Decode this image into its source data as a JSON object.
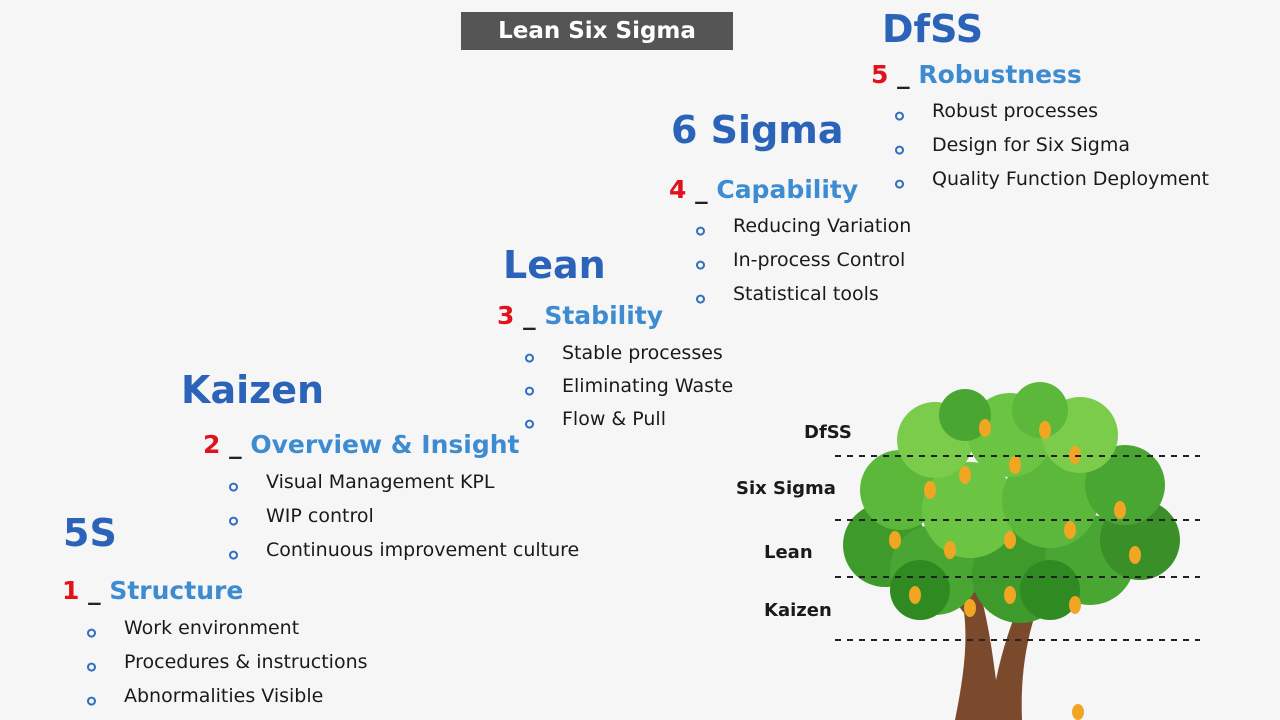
{
  "title": "Lean Six Sigma",
  "levels": [
    {
      "heading": "5S",
      "number": "1",
      "separator": "_",
      "label": "Structure",
      "items": [
        "Work environment",
        "Procedures & instructions",
        "Abnormalities Visible"
      ]
    },
    {
      "heading": "Kaizen",
      "number": "2",
      "separator": "_",
      "label": "Overview & Insight",
      "items": [
        "Visual Management KPL",
        "WIP control",
        "Continuous improvement culture"
      ]
    },
    {
      "heading": "Lean",
      "number": "3",
      "separator": "_",
      "label": "Stability",
      "items": [
        "Stable processes",
        "Eliminating Waste",
        "Flow & Pull"
      ]
    },
    {
      "heading": "6 Sigma",
      "number": "4",
      "separator": "_",
      "label": "Capability",
      "items": [
        "Reducing Variation",
        "In-process Control",
        "Statistical tools"
      ]
    },
    {
      "heading": "DfSS",
      "number": "5",
      "separator": "_",
      "label": "Robustness",
      "items": [
        "Robust processes",
        "Design for Six Sigma",
        "Quality Function Deployment"
      ]
    }
  ],
  "tree": {
    "labels": [
      "DfSS",
      "Six Sigma",
      "Lean",
      "Kaizen"
    ]
  },
  "colors": {
    "heading": "#2a63b8",
    "number": "#e2121c",
    "label": "#3d8cd2",
    "banner": "#555555"
  }
}
